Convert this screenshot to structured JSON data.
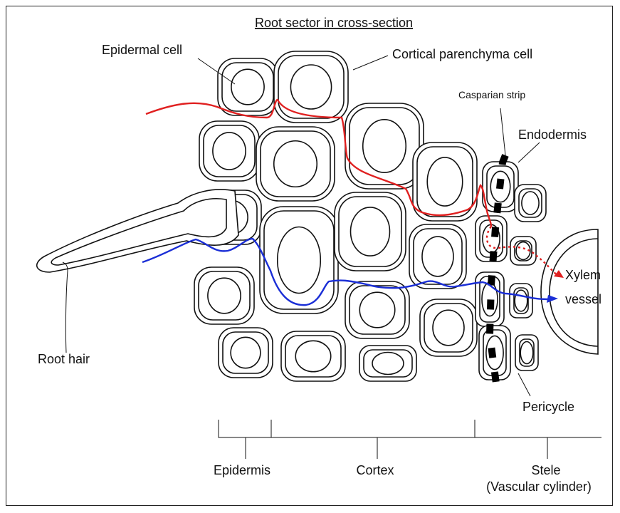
{
  "title": "Root sector in cross-section",
  "labels": {
    "epidermal_cell": "Epidermal cell",
    "cortical_parenchyma_cell": "Cortical parenchyma cell",
    "casparian_strip": "Casparian strip",
    "endodermis": "Endodermis",
    "xylem_line1": "Xylem",
    "xylem_line2": "vessel",
    "root_hair": "Root hair",
    "pericycle": "Pericycle"
  },
  "regions": {
    "epidermis": "Epidermis",
    "cortex": "Cortex",
    "stele_line1": "Stele",
    "stele_line2": "(Vascular cylinder)"
  },
  "colors": {
    "apoplastic_path": "#e02020",
    "symplastic_path": "#1a2ed6",
    "casparian_strip": "#000000",
    "outline": "#111111"
  }
}
